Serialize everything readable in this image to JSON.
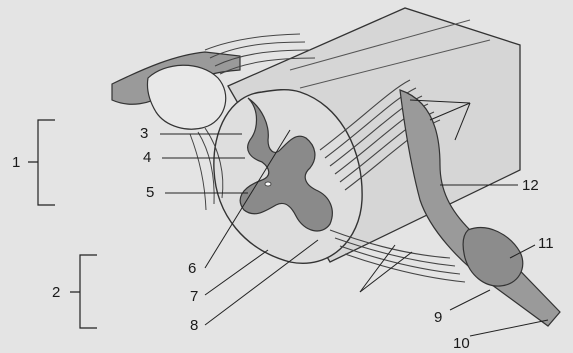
{
  "figure": {
    "background": "#e4e4e4",
    "tissue_color": "#d2d2d2",
    "gray_matter_color": "#8a8a8a",
    "nerve_color": "#9a9a9a",
    "outline_color": "#333333"
  },
  "labels": {
    "l1": "1",
    "l2": "2",
    "l3": "3",
    "l4": "4",
    "l5": "5",
    "l6": "6",
    "l7": "7",
    "l8": "8",
    "l9": "9",
    "l10": "10",
    "l11": "11",
    "l12": "12"
  }
}
